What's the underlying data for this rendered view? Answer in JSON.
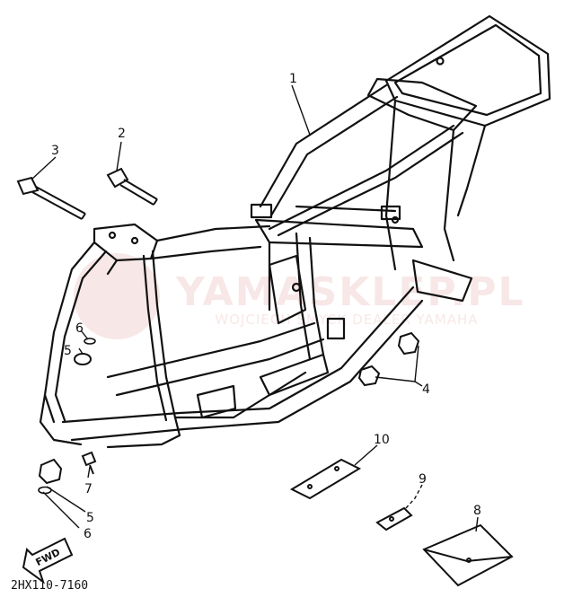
{
  "watermark": {
    "brand": "YAMASKLEP.PL",
    "subtitle": "WOJCIECH SMYCK DEALER YAMAHA",
    "color": "#c83c3c"
  },
  "callouts": [
    {
      "id": "1",
      "label": "1",
      "part": "frame"
    },
    {
      "id": "2",
      "label": "2",
      "part": "bolt"
    },
    {
      "id": "3",
      "label": "3",
      "part": "bolt"
    },
    {
      "id": "4",
      "label": "4",
      "part": "nut"
    },
    {
      "id": "5a",
      "label": "5",
      "part": "damper"
    },
    {
      "id": "6a",
      "label": "6",
      "part": "collar"
    },
    {
      "id": "5b",
      "label": "5",
      "part": "damper"
    },
    {
      "id": "6b",
      "label": "6",
      "part": "collar"
    },
    {
      "id": "7",
      "label": "7",
      "part": "bolt"
    },
    {
      "id": "8",
      "label": "8",
      "part": "document-bag"
    },
    {
      "id": "9",
      "label": "9",
      "part": "bracket"
    },
    {
      "id": "10",
      "label": "10",
      "part": "plate"
    }
  ],
  "fwd_label": "FWD",
  "catalog_code": "2HX110-7160",
  "colors": {
    "ink": "#111111",
    "paper": "#ffffff"
  }
}
